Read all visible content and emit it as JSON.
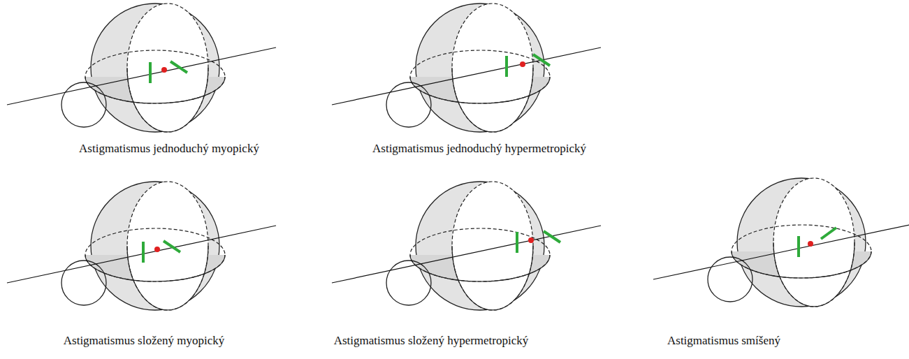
{
  "diagram": {
    "labels": [
      "Astigmatismus jednoduchý myopický",
      "Astigmatismus jednoduchý hypermetropický",
      "Astigmatismus složený myopický",
      "Astigmatismus složený hypermetropický",
      "Astigmatismus smíšený"
    ]
  }
}
